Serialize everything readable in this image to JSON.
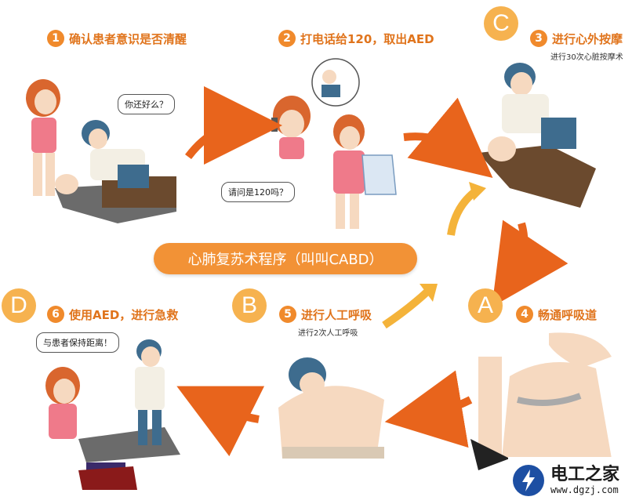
{
  "title_banner": "心肺复苏术程序（叫叫CABD）",
  "steps": [
    {
      "num": "1",
      "label": "确认患者意识是否清醒",
      "sub": ""
    },
    {
      "num": "2",
      "label": "打电话给120，取出AED",
      "sub": ""
    },
    {
      "num": "3",
      "label": "进行心外按摩",
      "sub": "进行30次心脏按摩术"
    },
    {
      "num": "4",
      "label": "畅通呼吸道",
      "sub": ""
    },
    {
      "num": "5",
      "label": "进行人工呼吸",
      "sub": "进行2次人工呼吸"
    },
    {
      "num": "6",
      "label": "使用AED，进行急救",
      "sub": ""
    }
  ],
  "letters": {
    "c": "C",
    "a": "A",
    "b": "B",
    "d": "D"
  },
  "bubbles": {
    "ask": "你还好么？",
    "call": "请问是120吗？",
    "keep_distance": "与患者保持距离！"
  },
  "watermark": {
    "name": "电工之家",
    "url": "www.dgzj.com"
  },
  "colors": {
    "accent": "#f08a2c",
    "arrow": "#e8641c",
    "arrow_light": "#f4b33a",
    "skin": "#f6d9c0",
    "hair": "#d9662e"
  }
}
